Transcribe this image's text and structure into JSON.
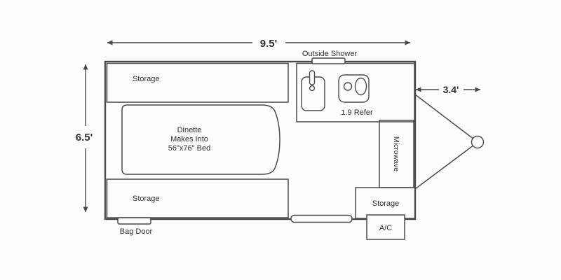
{
  "colors": {
    "line": "#4a4a4a",
    "text": "#303030",
    "background": "#fdfdfd"
  },
  "dimensions": {
    "overall_length": "9.5'",
    "overall_width": "6.5'",
    "tongue_length": "3.4'"
  },
  "rooms": {
    "outside_shower": "Outside Shower",
    "storage_top": "Storage",
    "dinette_line1": "Dinette",
    "dinette_line2": "Makes Into",
    "dinette_line3": "56\"x76\" Bed",
    "refrigerator": "1.9 Refer",
    "microwave": "Microwave",
    "storage_bottom": "Storage",
    "storage_right": "Storage",
    "air_conditioner": "A/C",
    "bag_door": "Bag Door"
  }
}
